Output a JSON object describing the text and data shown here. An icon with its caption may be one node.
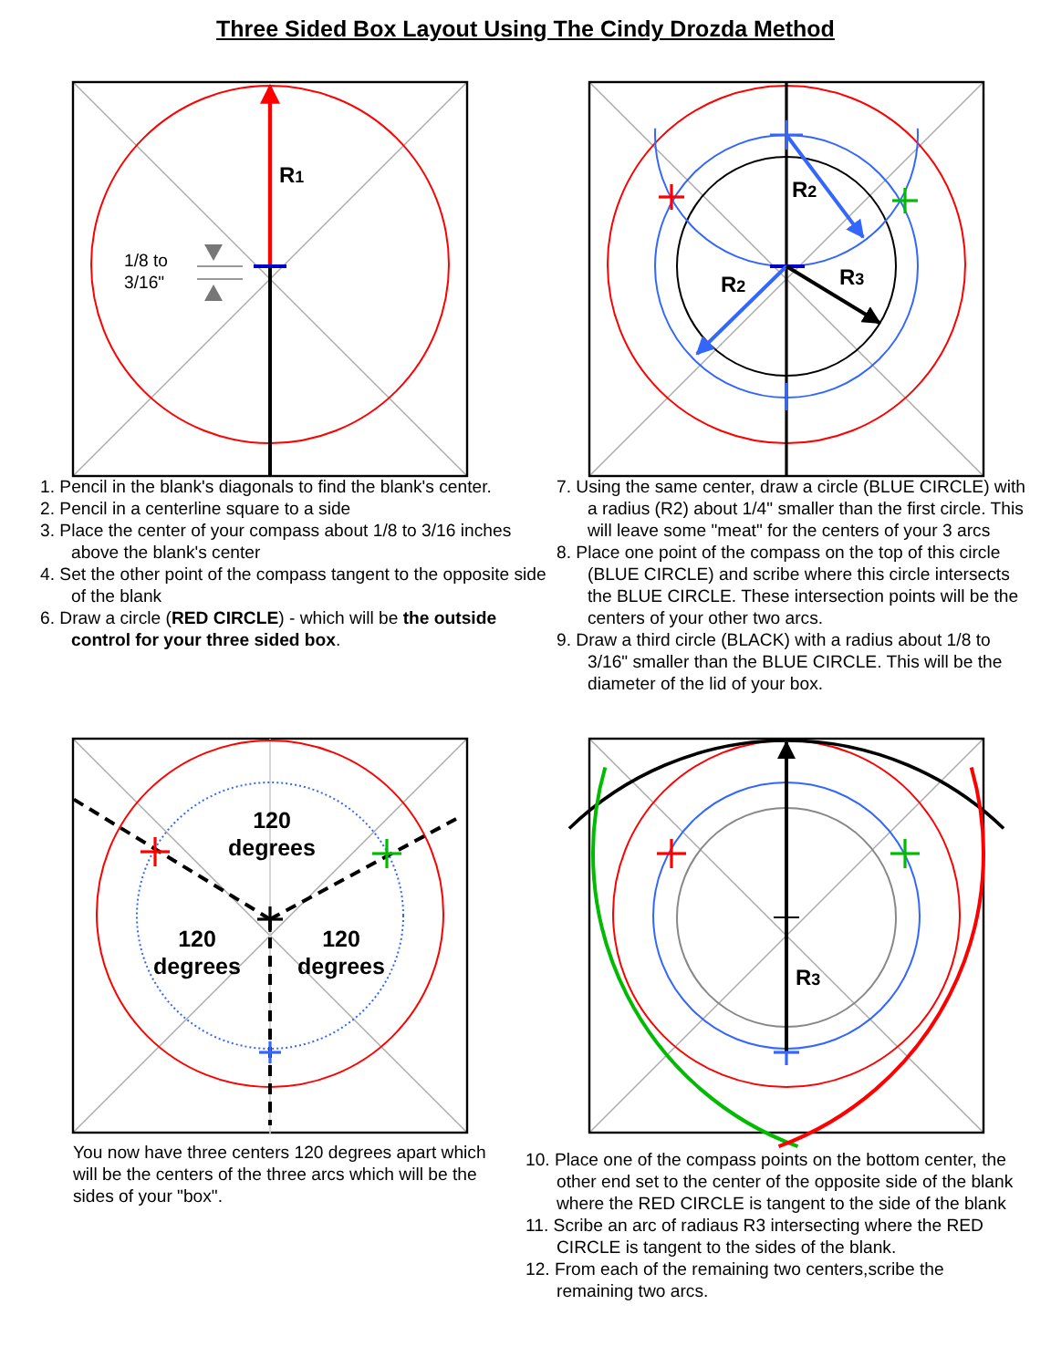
{
  "diagram": {
    "title": "Three Sided Box Layout Using The Cindy Drozda Method",
    "labels": [
      "R$_{1}$",
      "1/8 to 3/16\"",
      "R$_{2}$",
      "R$_{2}$",
      "R$_{3}$",
      "1. Pencil in the blank's diagonals to find the blank's center.",
      "2. Pencil in a centerline square to a side",
      "3. Place the center of your compass about 1/8  to 3/16 inches above the blank's center",
      "4. Set the other point of the compass tangent to the opposite side of the blank",
      "6. Draw a circle (**RED CIRCLE**) - which will be **the outside control for your three sided box**.",
      "7. Using the same center, draw a circle (BLUE CIRCLE) with a radius (R2) about 1/4\" smaller than the first circle.  This will leave some \"meat\" for the centers of your 3 arcs",
      "8. Place one point of the compass on the top of this circle (BLUE CIRCLE) and scribe where this circle intersects the BLUE CIRCLE. These intersection points will be the centers of your other two arcs.",
      "9. Draw a third circle (BLACK) with a radius about 1/8 to 3/16\" smaller than the BLUE CIRCLE.  This will be the diameter of the lid of your box.",
      "120 degrees",
      "120 degrees",
      "120 degrees",
      "R$_{3}$",
      "You now have three centers 120 degrees apart which will be the centers of the three arcs which will be the sides of your \"box\".",
      "10. Place one of the compass points on the bottom center, the other end set to the center of the opposite side of the blank where the RED CIRCLE is tangent to the side of the blank",
      "11. Scribe an arc of radiaus R3 intersecting where the RED CIRCLE is tangent to the sides of the blank.",
      "12. From each of the remaining two centers,scribe the remaining two arcs."
    ]
  }
}
